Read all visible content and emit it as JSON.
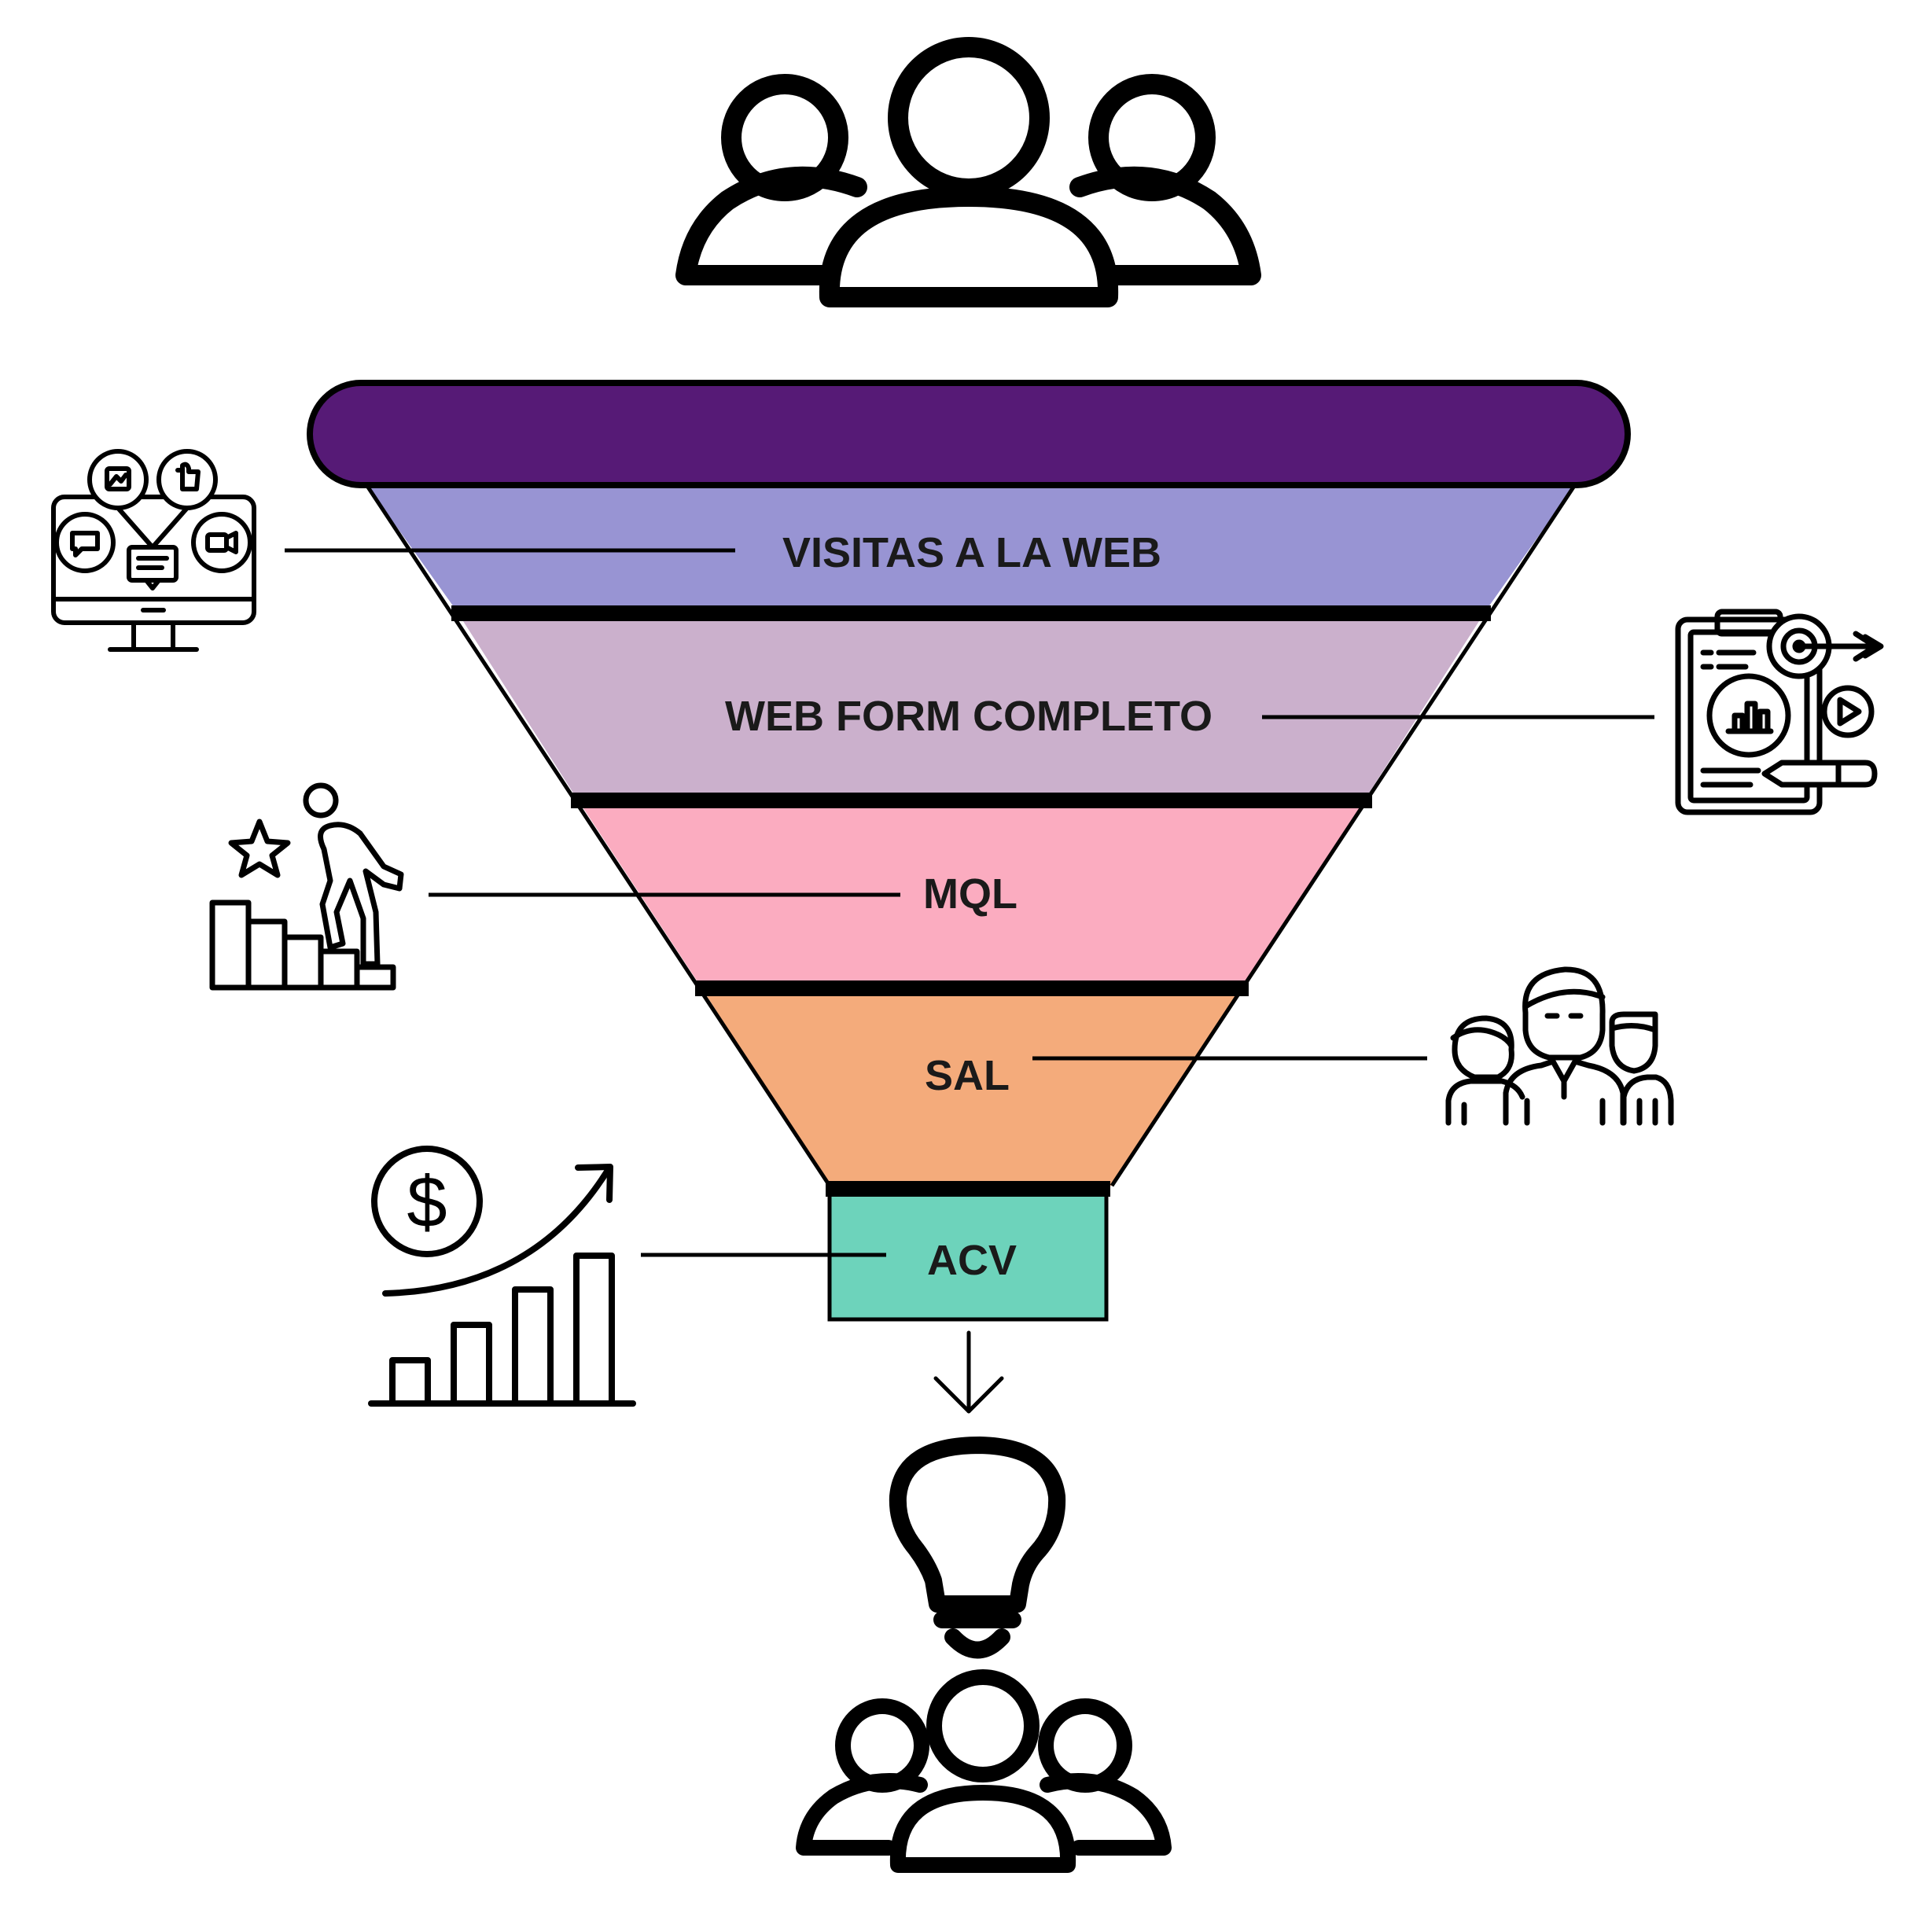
{
  "funnel": {
    "rim_color": "#561a76",
    "stages": [
      {
        "id": "visitas",
        "label": "VISITAS A LA WEB",
        "color": "#9894d3",
        "icon": "computer-social-media-icon"
      },
      {
        "id": "webform",
        "label": "WEB FORM COMPLETO",
        "color": "#cbb0cc",
        "icon": "clipboard-target-report-icon"
      },
      {
        "id": "mql",
        "label": "MQL",
        "color": "#fbacc0",
        "icon": "person-climbing-stairs-star-icon"
      },
      {
        "id": "sal",
        "label": "SAL",
        "color": "#f4ab7b",
        "icon": "sales-team-icon"
      },
      {
        "id": "acv",
        "label": "ACV",
        "color": "#6dd3bb",
        "icon": "revenue-growth-chart-icon"
      }
    ]
  },
  "icons": {
    "top": "users-group-icon",
    "arrow": "arrow-down-icon",
    "idea": "lightbulb-icon",
    "bottom": "users-group-icon"
  }
}
